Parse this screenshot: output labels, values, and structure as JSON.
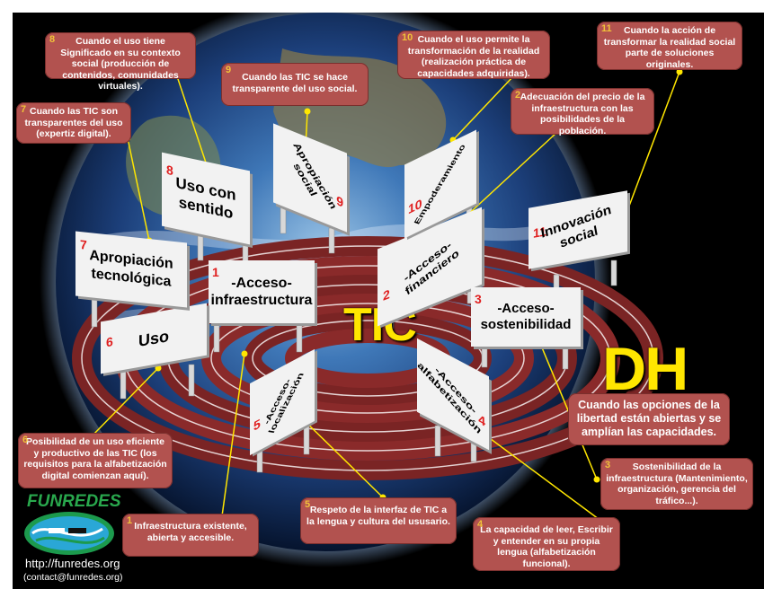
{
  "center_label": "TIC",
  "right_label": "DH",
  "right_caption": "Cuando las opciones de la libertad están abiertas y se amplían las capacidades.",
  "signs": [
    {
      "num": "1",
      "text": "-Acceso-\ninfraestructura"
    },
    {
      "num": "2",
      "text": "-Acceso-\nfinanciero"
    },
    {
      "num": "3",
      "text": "-Acceso-\nsostenibilidad"
    },
    {
      "num": "4",
      "text": "-Acceso-\nalfabetización"
    },
    {
      "num": "5",
      "text": "-Acceso-\nlocalización"
    },
    {
      "num": "6",
      "text": "Uso"
    },
    {
      "num": "7",
      "text": "Apropiación\ntecnológica"
    },
    {
      "num": "8",
      "text": "Uso con\nsentido"
    },
    {
      "num": "9",
      "text": "Apropiación\nsocial"
    },
    {
      "num": "10",
      "text": "Empoderamiento"
    },
    {
      "num": "11",
      "text": "Innovación\nsocial"
    }
  ],
  "callouts": [
    {
      "num": "1",
      "text": "Infraestructura existente, abierta y accesible."
    },
    {
      "num": "2",
      "text": "Adecuación del precio de la infraestructura con las posibilidades de la población."
    },
    {
      "num": "3",
      "text": "Sostenibilidad de la infraestructura (Mantenimiento, organización, gerencia del tráfico...)."
    },
    {
      "num": "4",
      "text": "La capacidad de leer, Escribir y entender en su propia lengua (alfabetización funcional)."
    },
    {
      "num": "5",
      "text": "Respeto de la interfaz de TIC a la lengua y cultura del ususario."
    },
    {
      "num": "6",
      "text": "Posibilidad de un uso eficiente y productivo de las TIC (los requisitos para la alfabetización digital comienzan aquí)."
    },
    {
      "num": "7",
      "text": "Cuando las TIC son transparentes del uso (expertiz digital)."
    },
    {
      "num": "8",
      "text": "Cuando el uso tiene Significado en su contexto social (producción de contenidos, comunidades virtuales)."
    },
    {
      "num": "9",
      "text": "Cuando las TIC se hace transparente del uso social."
    },
    {
      "num": "10",
      "text": "Cuando el uso  permite la transformación de la realidad (realización práctica de capacidades adquiridas)."
    },
    {
      "num": "11",
      "text": "Cuando la acción de transformar la realidad social parte de soluciones originales."
    }
  ],
  "logo": {
    "name": "FUNREDES",
    "url": "http://funredes.org",
    "contact": "(contact@funredes.org)"
  },
  "colors": {
    "callout_bg": "#b2524f",
    "accent_yellow": "#ffe600",
    "track": "#8a2a2a",
    "background": "#000000"
  }
}
